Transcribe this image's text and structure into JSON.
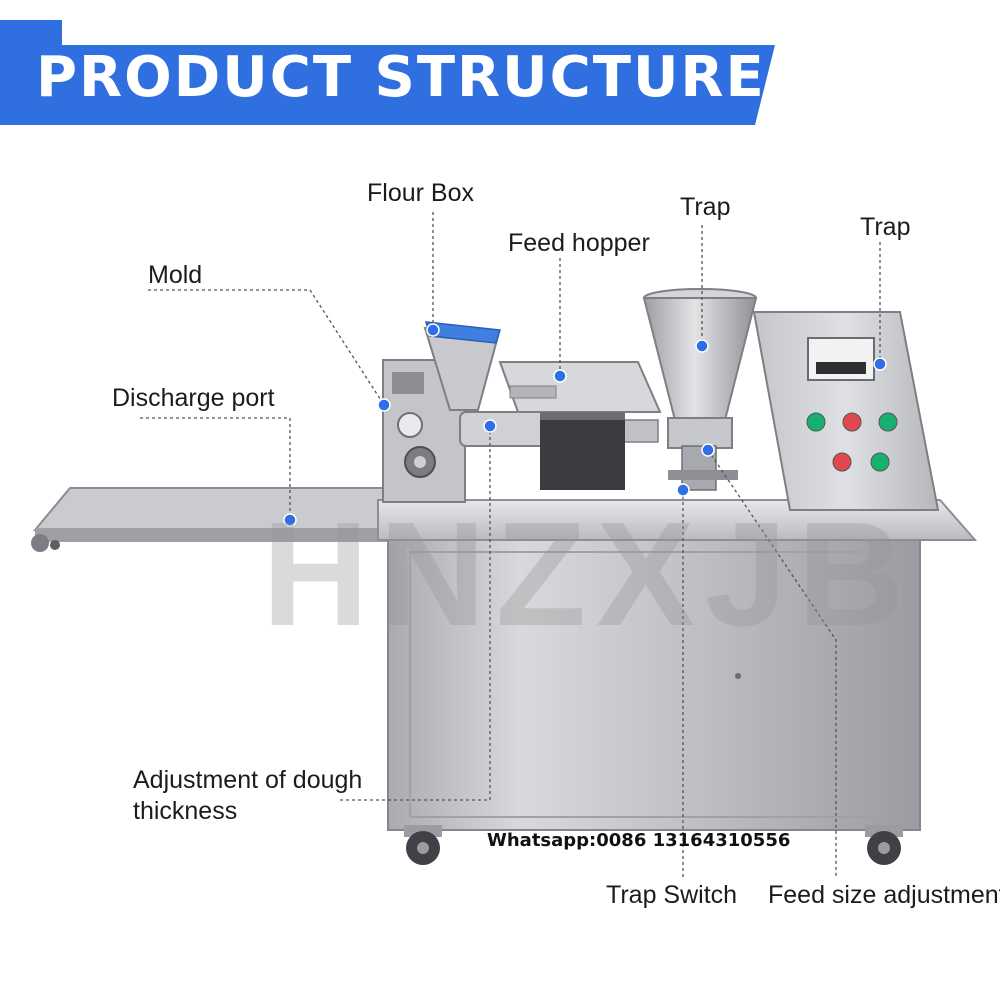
{
  "banner": {
    "title": "PRODUCT STRUCTURE"
  },
  "watermark": "HNZXJB",
  "contact": "Whatsapp:0086 13164310556",
  "labels": {
    "flour_box": "Flour Box",
    "feed_hopper": "Feed hopper",
    "trap_top": "Trap",
    "trap_panel": "Trap",
    "mold": "Mold",
    "discharge_port": "Discharge port",
    "dough_thickness": "Adjustment of dough thickness",
    "trap_switch": "Trap Switch",
    "feed_size": "Feed size adjustment"
  },
  "colors": {
    "banner_blue": "#2f6fe0",
    "marker_blue": "#2e6fe8",
    "steel_light": "#dcdde0",
    "steel_mid": "#b8babf",
    "steel_dark": "#8d9096",
    "button_red": "#e04850",
    "button_green": "#18b070"
  }
}
